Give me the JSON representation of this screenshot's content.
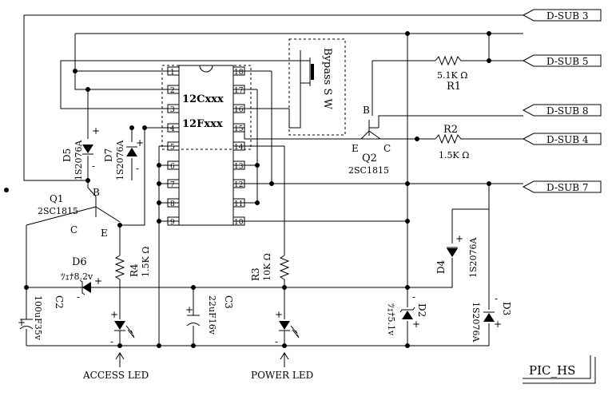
{
  "connectors": {
    "dsub3": "D-SUB 3",
    "dsub5": "D-SUB 5",
    "dsub8": "D-SUB 8",
    "dsub4": "D-SUB 4",
    "dsub7": "D-SUB 7"
  },
  "ic": {
    "line1": "12Cxxx",
    "line2": "12Fxxx",
    "pins_left": [
      "1",
      "2",
      "3",
      "4",
      "5",
      "6",
      "7",
      "8",
      "9"
    ],
    "pins_right": [
      "18",
      "17",
      "16",
      "15",
      "14",
      "13",
      "12",
      "11",
      "10"
    ]
  },
  "switch": {
    "label": "Bypass S W"
  },
  "q1": {
    "name": "Q1",
    "part": "2SC1815",
    "b": "B",
    "c": "C",
    "e": "E"
  },
  "q2": {
    "name": "Q2",
    "part": "2SC1815",
    "b": "B",
    "c": "C",
    "e": "E"
  },
  "r1": {
    "value": "5.1K Ω",
    "name": "R1"
  },
  "r2": {
    "name": "R2",
    "value": "1.5K Ω"
  },
  "r3": {
    "name": "R3",
    "value": "10K Ω"
  },
  "r4": {
    "name": "R4",
    "value": "1.5K Ω"
  },
  "d2": {
    "name": "D2",
    "value": "ﾂｪﾅ5.1v"
  },
  "d3": {
    "name": "D3",
    "part": "1S2076A"
  },
  "d4": {
    "name": "D4",
    "part": "1S2076A"
  },
  "d5": {
    "name": "D5",
    "part": "1S2076A"
  },
  "d6": {
    "name": "D6",
    "value": "ﾂｪﾅ8.2v"
  },
  "d7": {
    "name": "D7",
    "part": "1S2076A"
  },
  "c2": {
    "name": "C2",
    "value": "100uF35v"
  },
  "c3": {
    "name": "C3",
    "value": "22uF16v"
  },
  "leds": {
    "access": "ACCESS LED",
    "power": "POWER LED"
  },
  "polarity": {
    "plus": "+",
    "minus": "-"
  },
  "title": "PIC_HS"
}
